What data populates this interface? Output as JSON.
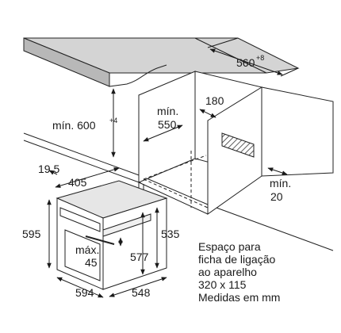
{
  "dimensions": {
    "depth_gap": "560",
    "depth_gap_tol": "+8",
    "height_min": "mín. 600",
    "height_min_tol": "+4",
    "cabinet_depth_min": "mín.",
    "cabinet_depth_min_val": "550",
    "rear_gap": "180",
    "front_offset": "19,5",
    "oven_depth": "405",
    "oven_height": "595",
    "inner_height": "535",
    "niche_height": "577",
    "max_label": "máx.",
    "max_value": "45",
    "oven_width": "594",
    "side_depth": "548",
    "side_min": "mín.",
    "side_min_val": "20"
  },
  "notes": {
    "line1": "Espaço para",
    "line2": "ficha de ligação",
    "line3": "ao aparelho",
    "line4": "320 x 115",
    "line5": "Medidas em mm"
  }
}
